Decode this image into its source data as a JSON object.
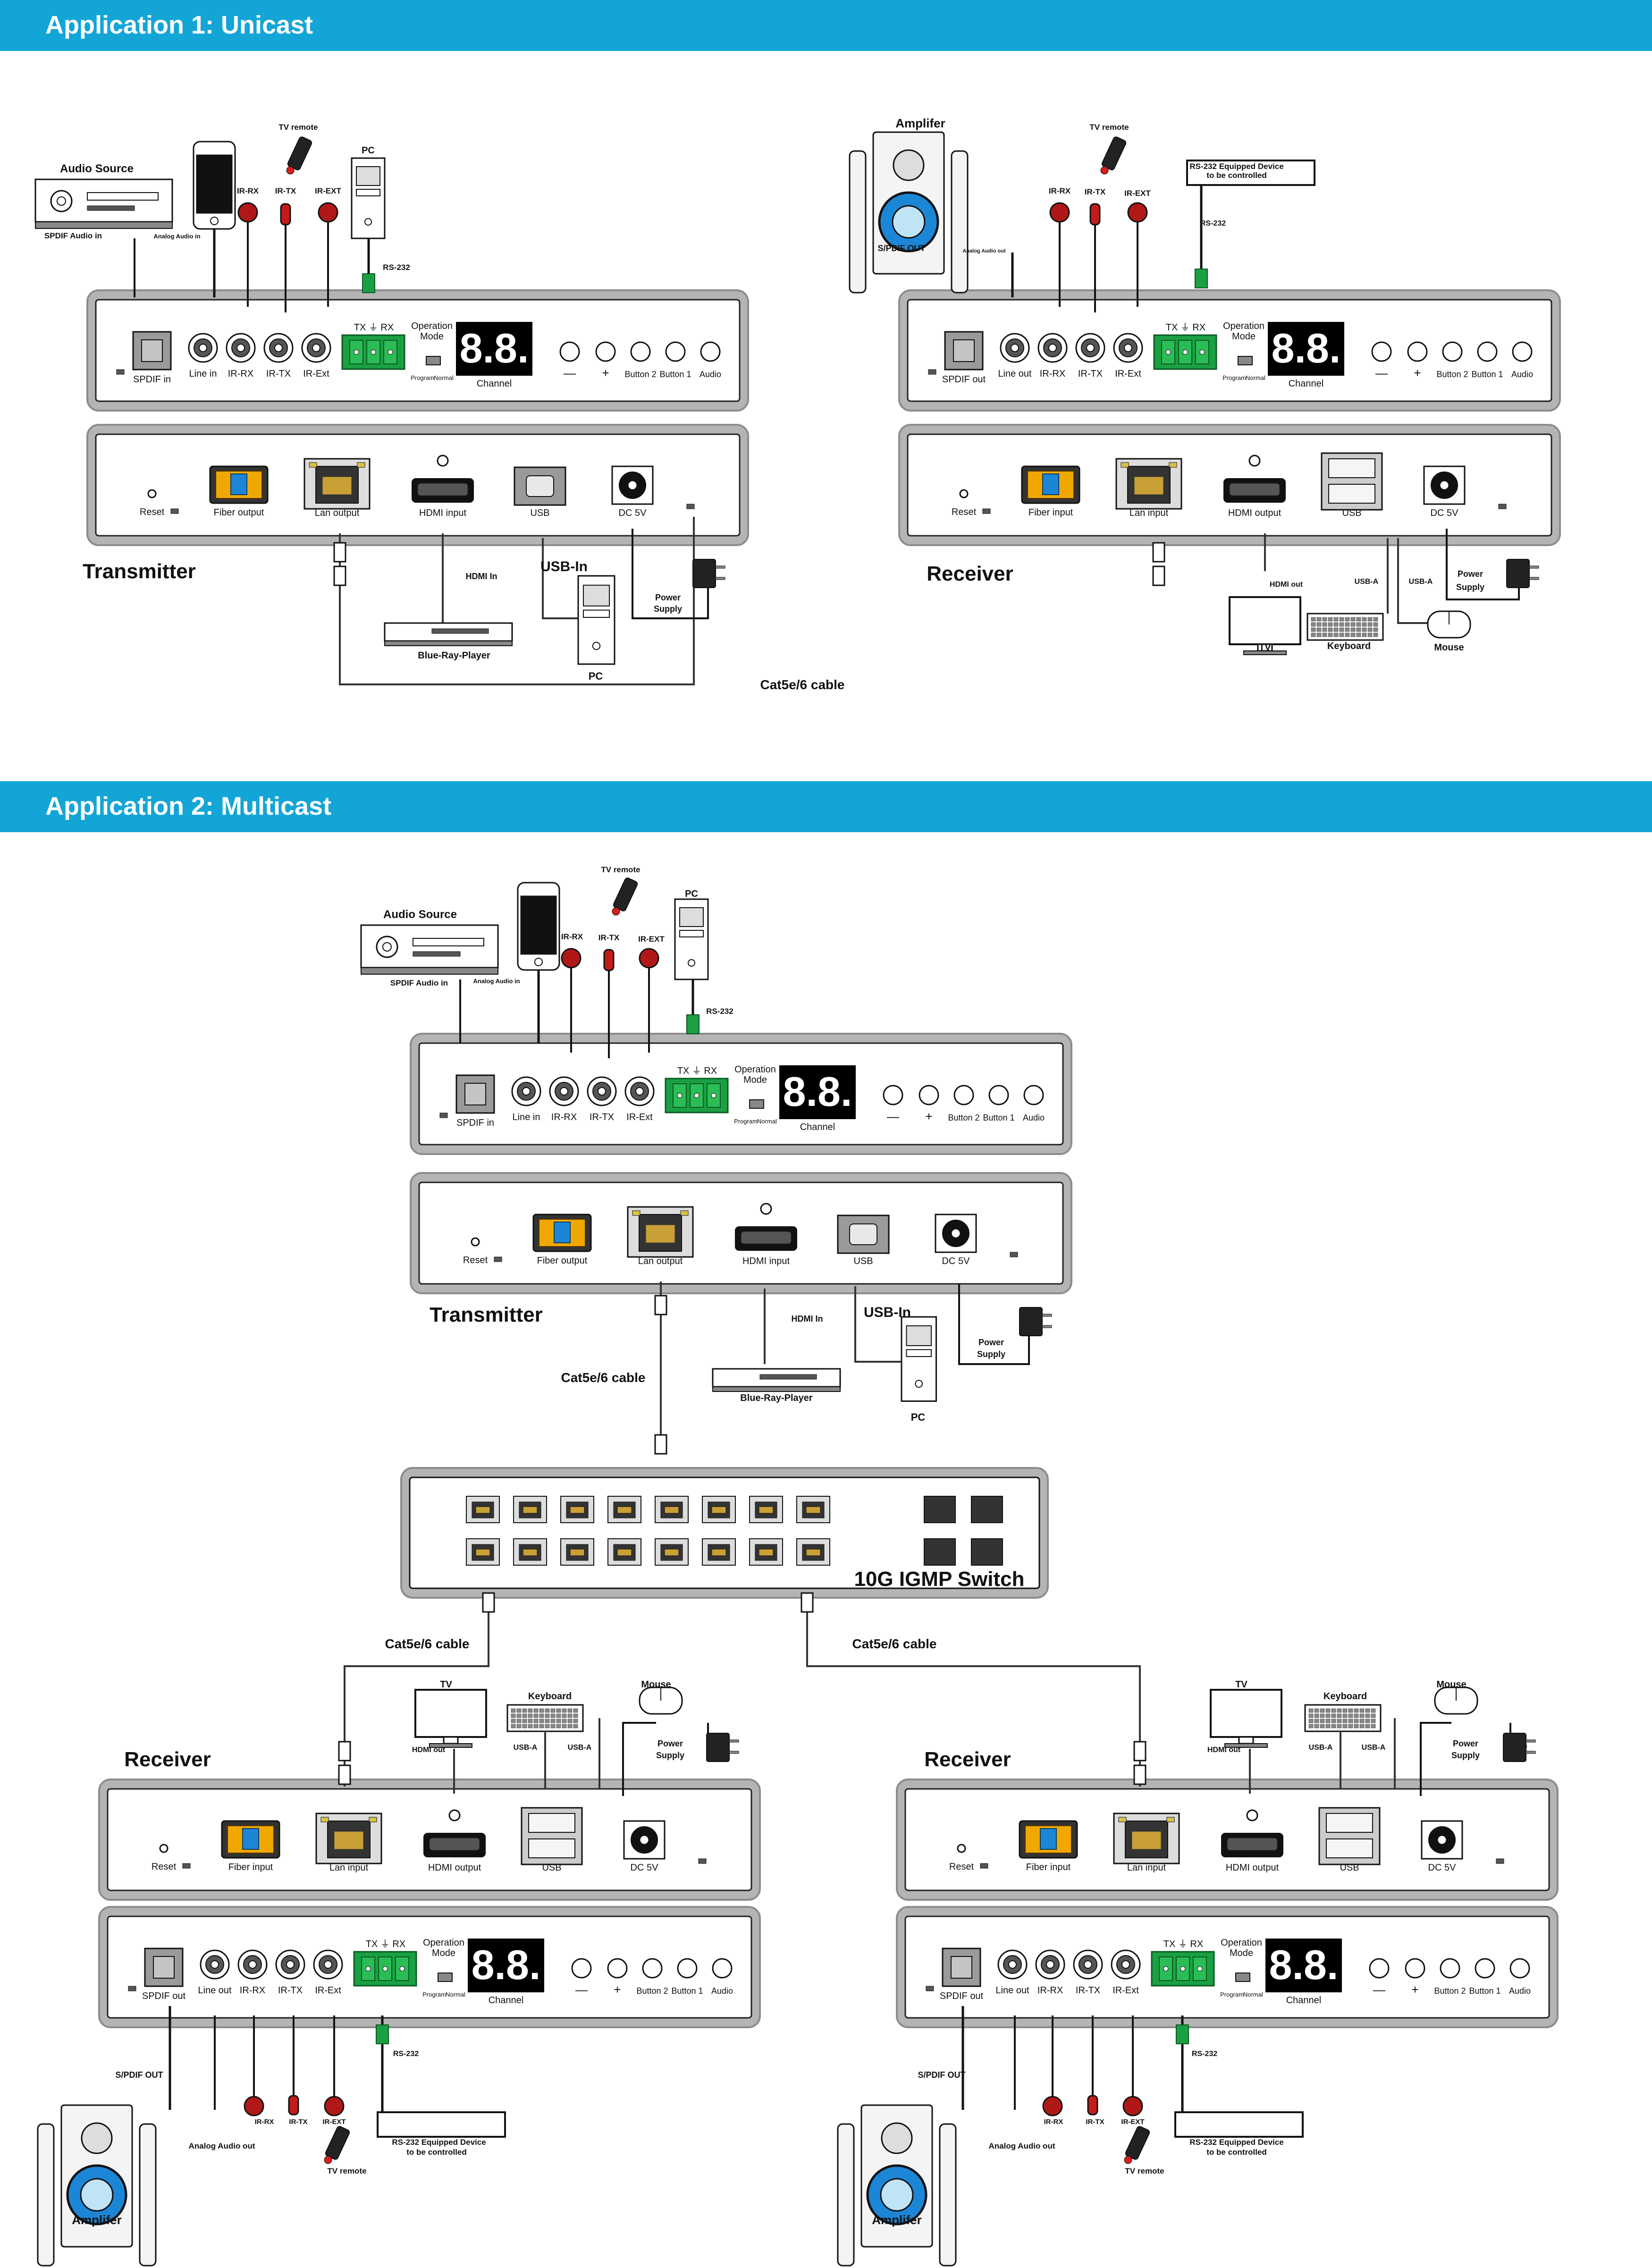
{
  "sections": [
    {
      "title": "Application 1: Unicast"
    },
    {
      "title": "Application 2: Multicast"
    }
  ],
  "front_labels": {
    "spdif_in": "SPDIF in",
    "spdif_out": "SPDIF out",
    "line_in": "Line in",
    "line_out": "Line out",
    "ir_rx": "IR-RX",
    "ir_tx": "IR-TX",
    "ir_ext": "IR-Ext",
    "tx_rx": "TX ⏚ RX",
    "operation": "Operation",
    "mode": "Mode",
    "program": "Program",
    "normal": "Normal",
    "channel": "Channel",
    "display": "8.8.",
    "minus": "—",
    "plus": "+",
    "button2": "Button 2",
    "button1": "Button 1",
    "audio": "Audio"
  },
  "back_labels": {
    "reset": "Reset",
    "fiber_output": "Fiber output",
    "fiber_input": "Fiber input",
    "lan_output": "Lan output",
    "lan_input": "Lan input",
    "hdmi_input": "HDMI input",
    "hdmi_output": "HDMI output",
    "usb": "USB",
    "dc5v": "DC 5V"
  },
  "devices": {
    "transmitter": "Transmitter",
    "receiver": "Receiver",
    "switch": "10G IGMP Switch"
  },
  "peripherals": {
    "audio_source": "Audio Source",
    "spdif_audio_in": "SPDIF Audio in",
    "analog_audio_in": "Analog Audio in",
    "tv_remote": "TV remote",
    "pc": "PC",
    "rs232": "RS-232",
    "ir_rx": "IR-RX",
    "ir_tx": "IR-TX",
    "ir_ext": "IR-EXT",
    "amplifier": "Amplifer",
    "spdif_out": "S/PDIF OUT",
    "analog_audio_out_small": "Analog Audio out",
    "analog_audio_out": "Analog Audio out",
    "rs232_device_1": "RS-232 Equipped Device",
    "rs232_device_2": "to be controlled",
    "hdmi_in": "HDMI In",
    "usb_in": "USB-In",
    "blu_ray": "Blue-Ray-Player",
    "power_1": "Power",
    "power_2": "Supply",
    "hdmi_out": "HDMI out",
    "usb_a": "USB-A",
    "tv": "TV",
    "keyboard": "Keyboard",
    "mouse": "Mouse",
    "cat_cable": "Cat5e/6 cable"
  }
}
